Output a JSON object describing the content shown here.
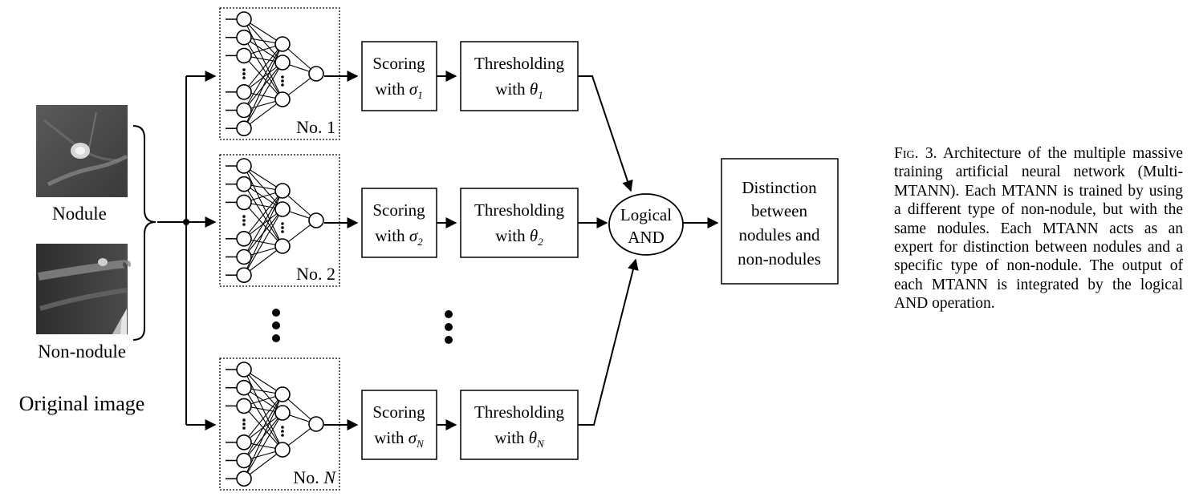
{
  "inputs": {
    "nodule_label": "Nodule",
    "non_nodule_label": "Non-nodule",
    "original_label": "Original image"
  },
  "networks": [
    {
      "label": "No. 1",
      "scoring": [
        "Scoring",
        "with σ",
        "1"
      ],
      "thresholding": [
        "Thresholding",
        "with θ",
        "1"
      ]
    },
    {
      "label": "No. 2",
      "scoring": [
        "Scoring",
        "with σ",
        "2"
      ],
      "thresholding": [
        "Thresholding",
        "with θ",
        "2"
      ]
    },
    {
      "label": "No. N",
      "scoring": [
        "Scoring",
        "with σ",
        "N"
      ],
      "thresholding": [
        "Thresholding",
        "with θ",
        "N"
      ]
    }
  ],
  "logic": {
    "line1": "Logical",
    "line2": "AND"
  },
  "output": {
    "lines": [
      "Distinction",
      "between",
      "nodules and",
      "non-nodules"
    ]
  },
  "caption": {
    "fig": "Fig. 3.",
    "text": "Architecture of the multiple massive training artificial neural network (Multi-MTANN). Each MTANN is trained by using a different type of non-nodule, but with the same nodules. Each MTANN acts as an expert for distinction between nodules and a specific type of non-nodule. The output of each MTANN is integrated by the logical AND operation."
  }
}
